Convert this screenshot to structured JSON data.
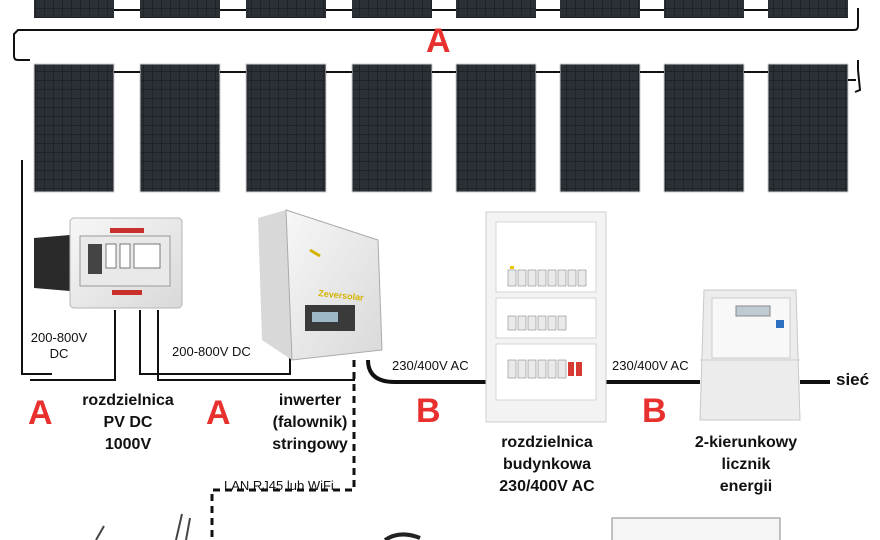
{
  "labels": {
    "letter_a": "A",
    "letter_b": "B",
    "dc_left": [
      "200-800V",
      "DC"
    ],
    "dc_mid": "200-800V DC",
    "ac_1": "230/400V AC",
    "ac_2": "230/400V AC",
    "lan": "LAN RJ45 lub WiFi",
    "grid": "sieć",
    "inverter_brand": "Zeversolar"
  },
  "components": {
    "dc_box": [
      "rozdzielnica",
      "PV DC",
      "1000V"
    ],
    "inverter": [
      "inwerter",
      "(falownik)",
      "stringowy"
    ],
    "building_box": [
      "rozdzielnica",
      "budynkowa",
      "230/400V AC"
    ],
    "meter": [
      "2-kierunkowy",
      "licznik",
      "energii"
    ]
  },
  "colors": {
    "accent": "#e8302e",
    "panel": "#1f2327",
    "cable": "#111111",
    "device": "#efefef"
  },
  "icons": [
    "solar-panel-icon",
    "dc-switch-box-icon",
    "inverter-icon",
    "distribution-board-icon",
    "energy-meter-icon",
    "router-icon",
    "monitor-icon"
  ]
}
